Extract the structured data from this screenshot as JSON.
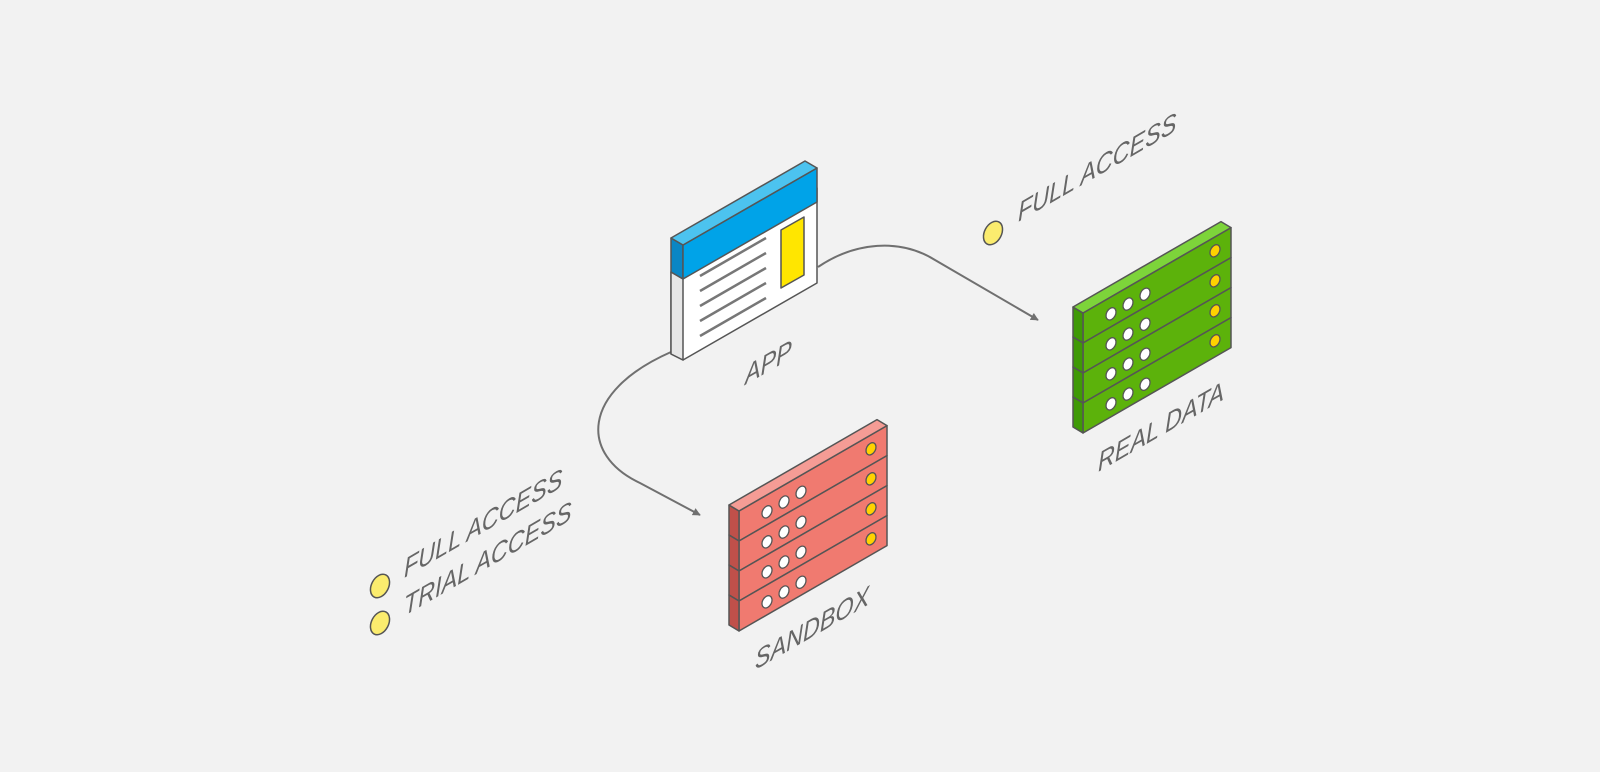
{
  "colors": {
    "background": "#f2f2f2",
    "outline": "#555555",
    "connector": "#707070",
    "label": "#666666",
    "app_header_top": "#4cc3ef",
    "app_header_front": "#00a3e8",
    "app_body": "#ffffff",
    "app_side": "#e6e6e6",
    "app_card": "#ffe600",
    "sandbox_top": "#f59c95",
    "sandbox_front": "#f07a70",
    "sandbox_side": "#c0504a",
    "realdata_top": "#7dd43a",
    "realdata_front": "#5cb20b",
    "realdata_side": "#3f9a06",
    "led_white": "#ffffff",
    "led_yellow": "#ffd200",
    "legend_dot": "#fbec6e"
  },
  "nodes": {
    "app": {
      "label": "APP",
      "icon": "app-window-icon"
    },
    "sandbox": {
      "label": "SANDBOX",
      "icon": "server-rack-icon",
      "units": 4
    },
    "real_data": {
      "label": "REAL DATA",
      "icon": "server-rack-icon",
      "units": 4
    }
  },
  "edges": [
    {
      "from": "APP",
      "to": "REAL DATA"
    },
    {
      "from": "APP",
      "to": "SANDBOX"
    }
  ],
  "legends": {
    "real_data": [
      "FULL ACCESS"
    ],
    "sandbox": [
      "FULL ACCESS",
      "TRIAL ACCESS"
    ]
  }
}
